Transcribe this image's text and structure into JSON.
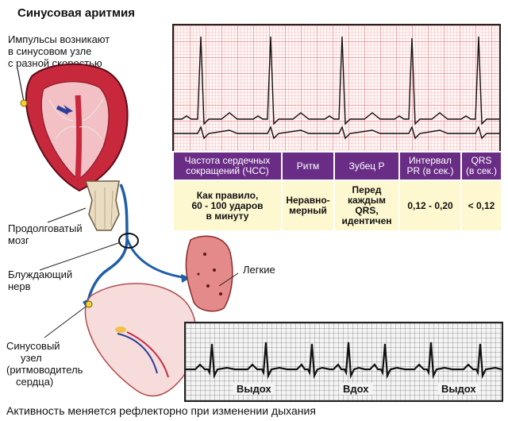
{
  "title": "Синусовая аритмия",
  "labels": {
    "impulses": [
      "Импульсы возникают",
      "в синусовом узле",
      "с разной скоростью"
    ],
    "medulla": [
      "Продолговатый",
      "мозг"
    ],
    "vagus": [
      "Блуждающий",
      "нерв"
    ],
    "lungs": "Легкие",
    "sinus_node": [
      "Синусовый",
      "узел",
      "(ритмоводитель",
      "сердца)"
    ]
  },
  "table": {
    "headers": [
      [
        "Частота сердечных",
        "сокращений (ЧСС)"
      ],
      [
        "Ритм"
      ],
      [
        "Зубец P"
      ],
      [
        "Интервал",
        "PR (в сек.)"
      ],
      [
        "QRS",
        "(в сек.)"
      ]
    ],
    "values": [
      [
        "Как правило,",
        "60 - 100 ударов",
        "в минуту"
      ],
      [
        "Неравно-",
        "мерный"
      ],
      [
        "Перед",
        "каждым",
        "QRS,",
        "идентичен"
      ],
      [
        "0,12 - 0,20"
      ],
      [
        "< 0,12"
      ]
    ]
  },
  "phases": [
    "Выдох",
    "Вдох",
    "Выдох"
  ],
  "footer": "Активность меняется рефлекторно при изменении дыхания",
  "colors": {
    "header_bg": "#6a2d86",
    "cell_bg": "#fdf8d0",
    "nerve": "#1f5fa8",
    "heart": "#c8283c",
    "lung": "#e58a8a"
  }
}
